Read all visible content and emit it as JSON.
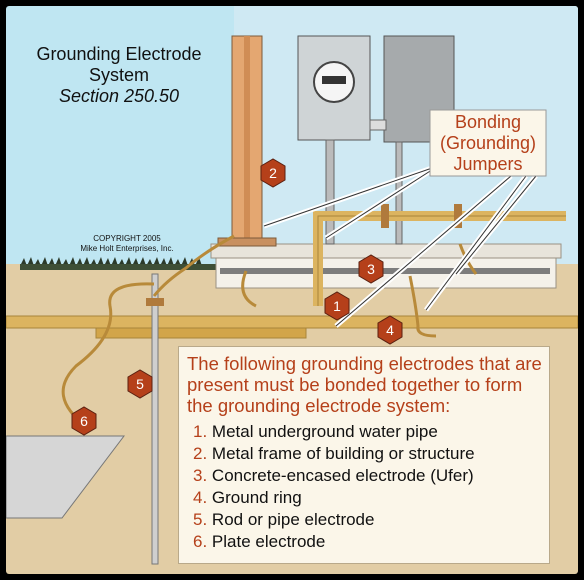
{
  "title": {
    "line1": "Grounding Electrode",
    "line2": "System",
    "line3": "Section 250.50"
  },
  "copyright": {
    "line1": "COPYRIGHT 2005",
    "line2": "Mike Holt Enterprises, Inc."
  },
  "callout": {
    "line1": "Bonding",
    "line2": "(Grounding)",
    "line3": "Jumpers"
  },
  "markers": [
    "1",
    "2",
    "3",
    "4",
    "5",
    "6"
  ],
  "note": {
    "heading": "The following grounding electrodes that are present must be bonded together to form the grounding electrode system:",
    "items": [
      {
        "num": "1.",
        "text": "Metal underground water pipe"
      },
      {
        "num": "2.",
        "text": "Metal frame of building or structure"
      },
      {
        "num": "3.",
        "text": "Concrete-encased electrode (Ufer)"
      },
      {
        "num": "4.",
        "text": "Ground ring"
      },
      {
        "num": "5.",
        "text": "Rod or pipe electrode"
      },
      {
        "num": "6.",
        "text": "Plate electrode"
      }
    ]
  },
  "colors": {
    "sky": "#bfe6f2",
    "soil": "#e2cda5",
    "pipe": "#dcb460",
    "marker": "#b5401a",
    "accent_text": "#b5401a"
  }
}
